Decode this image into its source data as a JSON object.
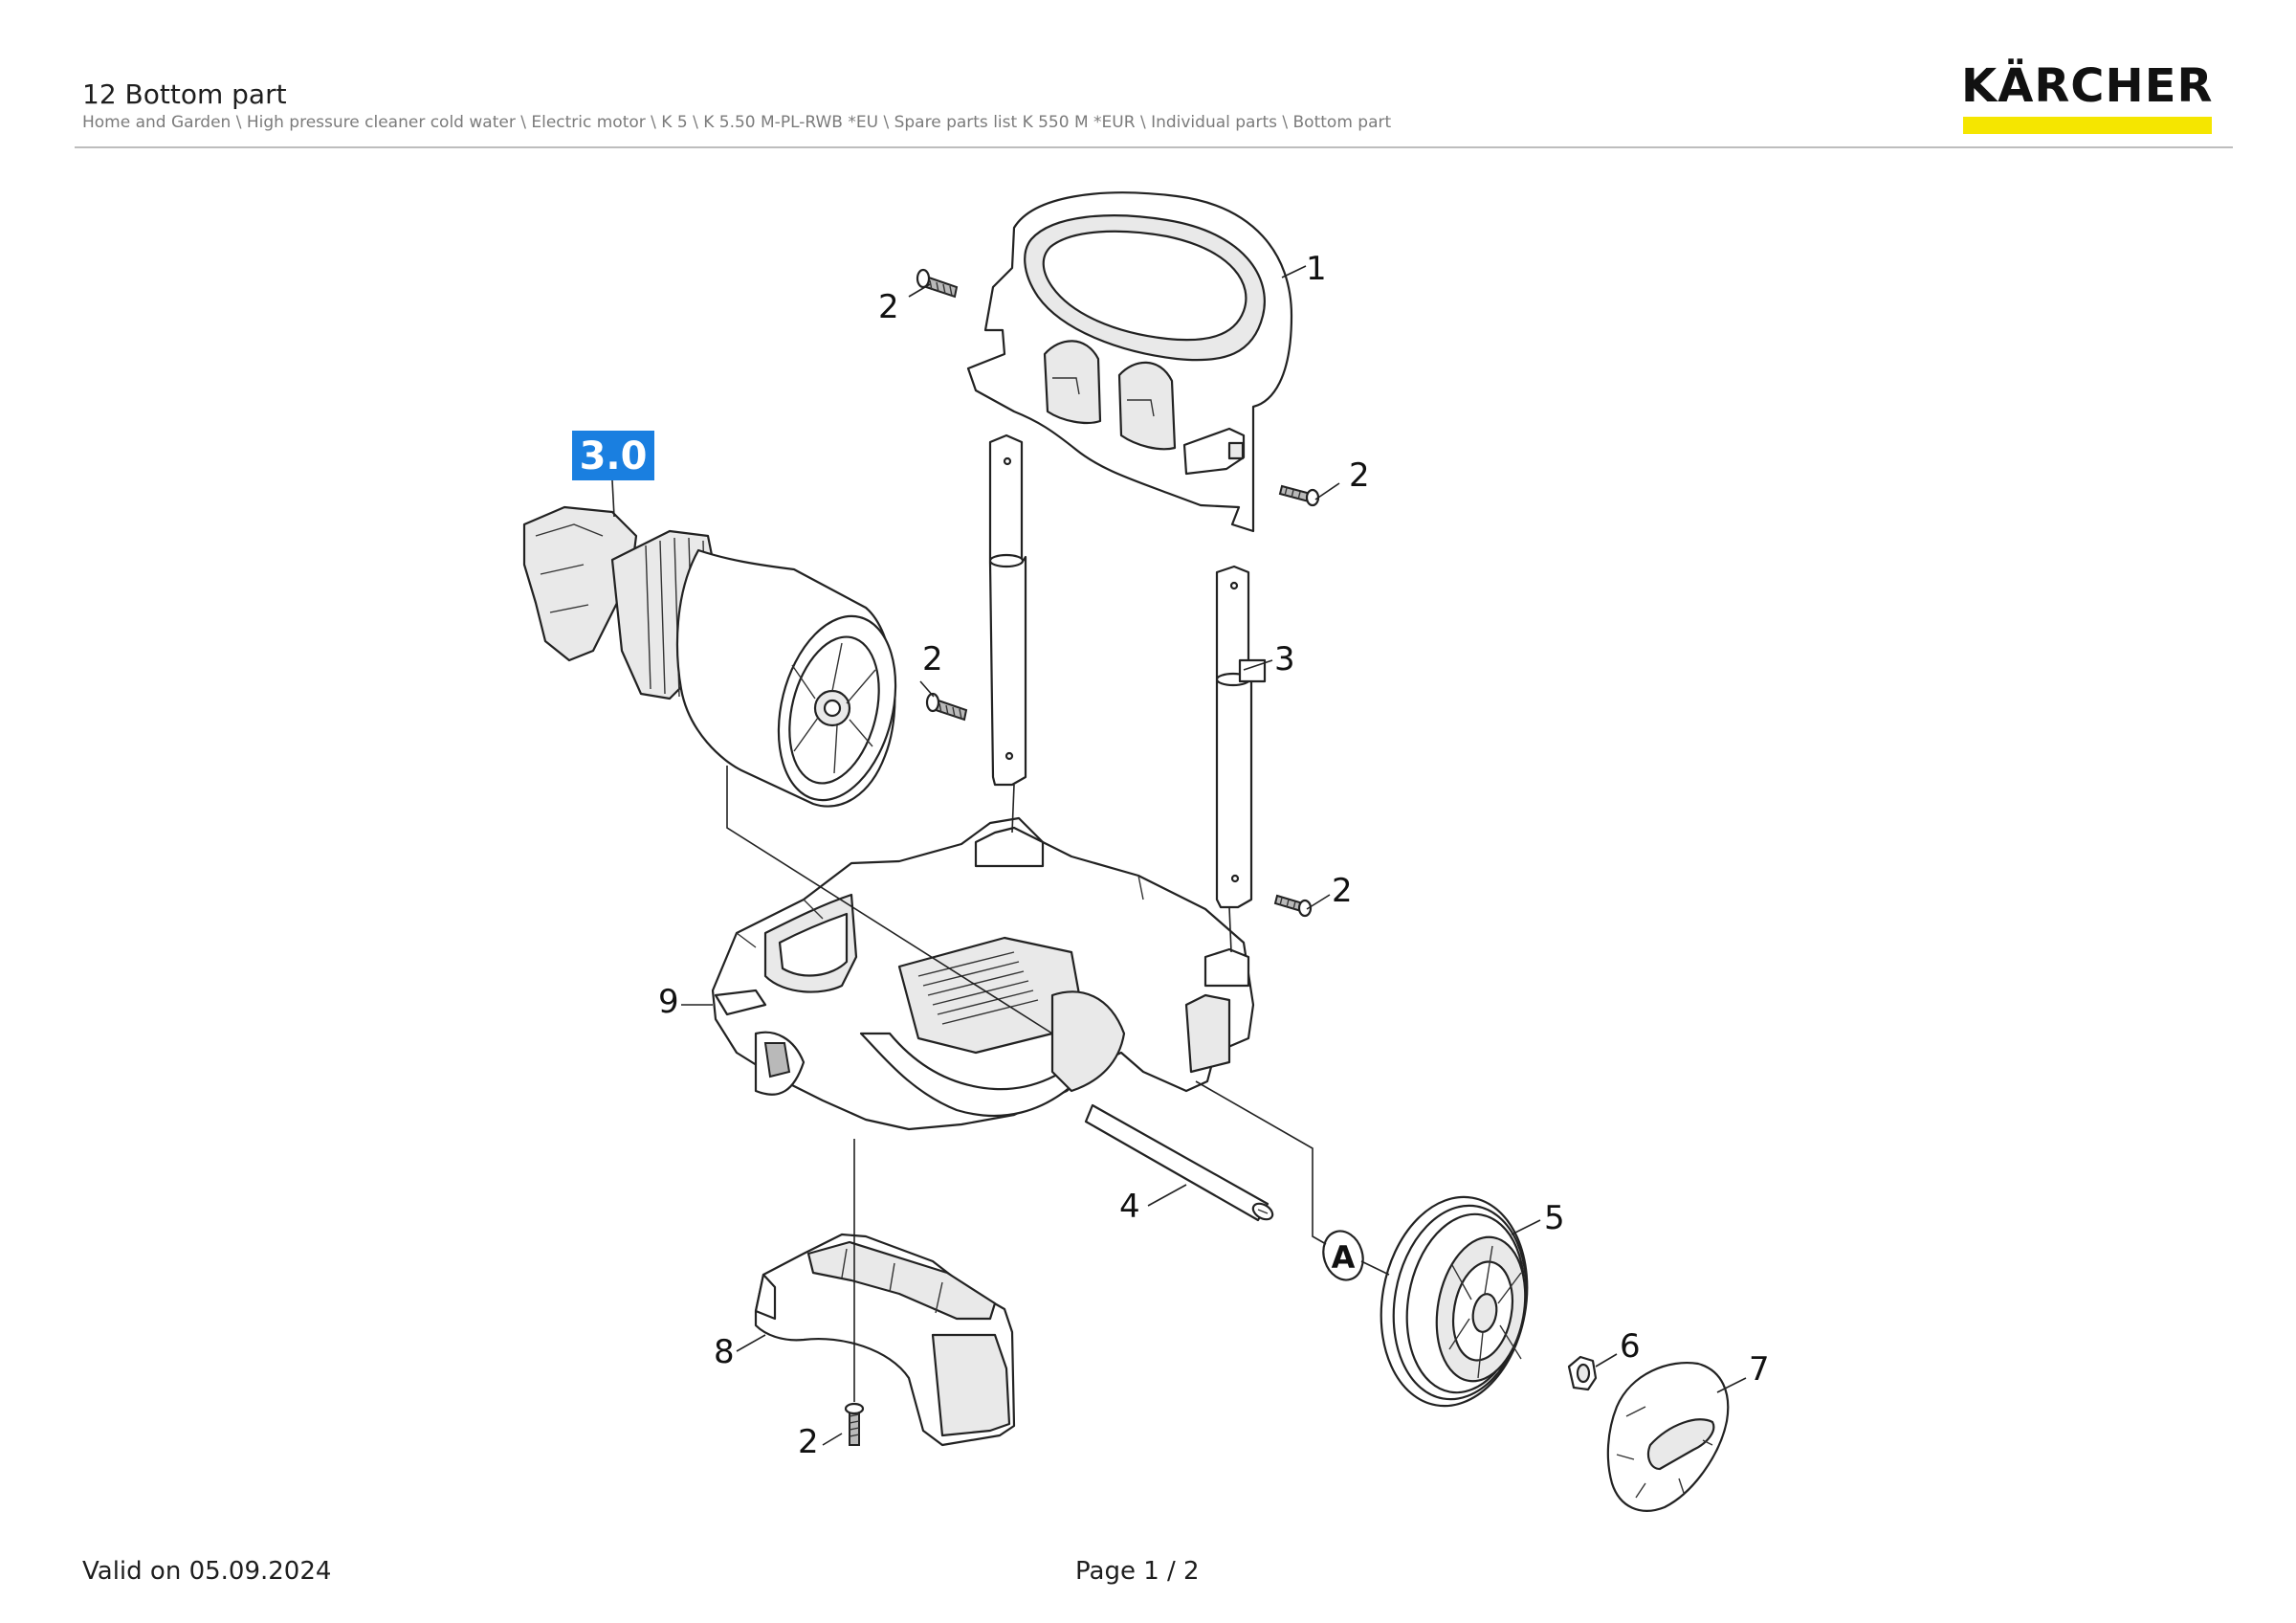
{
  "header": {
    "title": "12 Bottom part",
    "breadcrumb": "Home and Garden \\ High pressure cleaner cold water \\ Electric motor \\ K 5 \\ K 5.50 M-PL-RWB *EU \\ Spare parts list K 550 M *EUR \\ Individual parts \\ Bottom part"
  },
  "brand": {
    "name": "KÄRCHER",
    "accent_color": "#f5e600"
  },
  "diagram": {
    "assembly_badge": {
      "label": "3.0",
      "color": "#1a7fe0"
    },
    "callouts": {
      "c1": "1",
      "c2a": "2",
      "c2b": "2",
      "c2c": "2",
      "c2d": "2",
      "c2e": "2",
      "c3": "3",
      "c4": "4",
      "c5": "5",
      "c6": "6",
      "c7": "7",
      "c8": "8",
      "c9": "9"
    },
    "reference_marker": "A"
  },
  "footer": {
    "valid": "Valid on 05.09.2024",
    "page": "Page 1 / 2"
  }
}
